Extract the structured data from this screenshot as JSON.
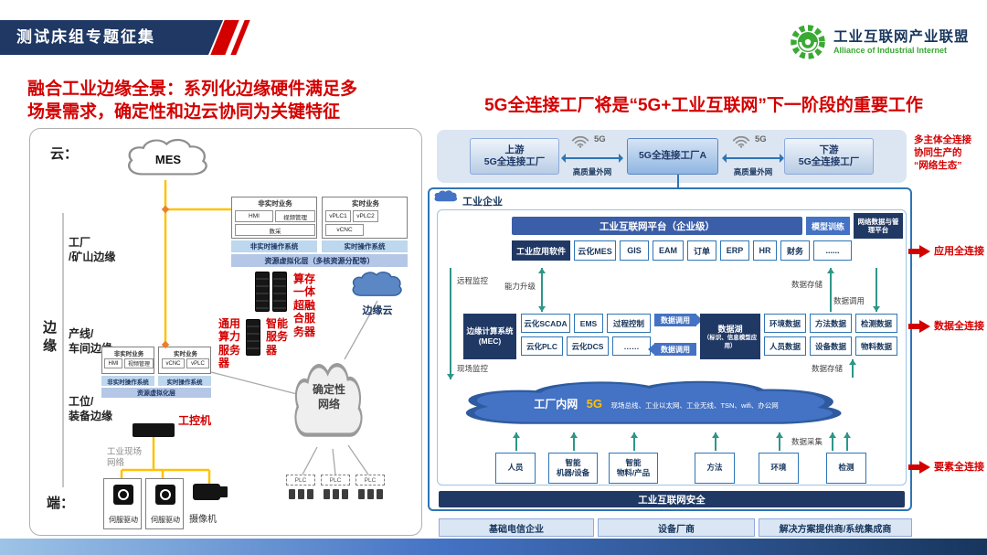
{
  "header": {
    "banner_title": "测试床组专题征集",
    "logo": {
      "cn": "工业互联网产业联盟",
      "en": "Alliance of Industrial Internet"
    }
  },
  "titles": {
    "left": "融合工业边缘全景：系列化边缘硬件满足多\n场景需求，确定性和边云协同为关键特征",
    "right": "5G全连接工厂将是“5G+工业互联网”下一阶段的重要工作"
  },
  "left_diagram": {
    "layer_cloud": "云：",
    "layer_edge": "边\n缘",
    "layer_end": "端：",
    "mes": "MES",
    "factory_edge": "工厂\n/矿山边缘",
    "line_edge": "产线/\n车间边缘",
    "station_edge": "工位/\n装备边缘",
    "big_stack": {
      "nonrt_title": "非实时业务",
      "nonrt_items": [
        "HMI",
        "视频管理",
        "数采"
      ],
      "rt_title": "实时业务",
      "rt_items": [
        "vPLC1",
        "vPLC2",
        "vCNC"
      ],
      "nonrt_os": "非实时操作系统",
      "rt_os": "实时操作系统",
      "virt": "资源虚拟化层（多核资源分配等）"
    },
    "small_stack": {
      "nonrt_title": "非实时业务",
      "nonrt_items": [
        "HMI",
        "视频管理"
      ],
      "rt_title": "实时业务",
      "rt_items": [
        "vCNC",
        "vPLC"
      ],
      "nonrt_os": "非实时操作系统",
      "rt_os": "实时操作系统",
      "virt": "资源虚拟化层"
    },
    "hyper_server": "算存一体超融合服务器",
    "edge_cloud": "边缘云",
    "general_server": "通用算力服务器",
    "smart_server": "智能服务器",
    "ipc": "工控机",
    "det_network": "确定性\n网络",
    "field_network": "工业现场\n网络",
    "servo": "伺服驱动",
    "camera": "摄像机",
    "plc": "PLC"
  },
  "right_diagram": {
    "flow": {
      "upstream": "上游\n5G全连接工厂",
      "center": "5G全连接工厂A",
      "downstream": "下游\n5G全连接工厂",
      "g5": "5G",
      "wan": "高质量外网",
      "note": "多主体全连接\n协同生产的\n“网络生态”"
    },
    "enterprise_label": "工业企业",
    "platform_bar": "工业互联网平台（企业级）",
    "model_training": "模型训练",
    "net_mgmt": "网络数据与管理平台",
    "app_software": "工业应用软件",
    "apps": [
      "云化MES",
      "GIS",
      "EAM",
      "订单",
      "ERP",
      "HR",
      "财务",
      "......"
    ],
    "remote_monitor": "远程监控",
    "capability": "能力升级",
    "data_store": "数据存储",
    "data_call": "数据调用",
    "mec": "边缘计算系统\n(MEC)",
    "mec_row1": [
      "云化SCADA",
      "EMS",
      "过程控制"
    ],
    "mec_row2": [
      "云化PLC",
      "云化DCS",
      "……"
    ],
    "lake_title": "数据湖",
    "lake_sub": "（标识、信息模型应用）",
    "lake_row1": [
      "环境数据",
      "方法数据",
      "检测数据"
    ],
    "lake_row2": [
      "人员数据",
      "设备数据",
      "物料数据"
    ],
    "field_monitor": "现场监控",
    "intranet_title": "工厂内网",
    "intranet_5g": "5G",
    "intranet_desc": "现场总线、工业以太网、工业无线、TSN、wifi、办公网",
    "data_collect": "数据采集",
    "elements": [
      "人员",
      "智能\n机器/设备",
      "智能\n物料/产品",
      "方法",
      "环境",
      "检测"
    ],
    "security": "工业互联网安全",
    "vendors": [
      "基础电信企业",
      "设备厂商",
      "解决方案提供商/系统集成商"
    ],
    "conn_app": "应用全连接",
    "conn_data": "数据全连接",
    "conn_element": "要素全连接"
  },
  "colors": {
    "accent_red": "#d40000",
    "navy": "#203864",
    "blue": "#4472c4",
    "light_blue": "#dce6f2",
    "logo_green": "#3aa935",
    "line_yellow": "#ffc107",
    "arrow_green": "#2e9688"
  }
}
